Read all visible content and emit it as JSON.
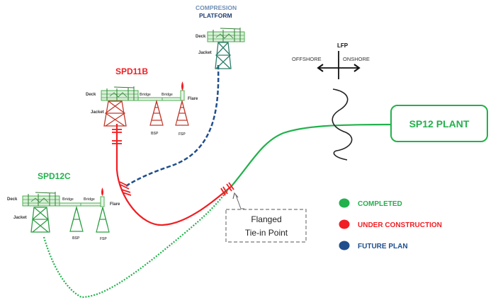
{
  "diagram": {
    "platforms": {
      "compression": {
        "title_line1": "COMPRESION",
        "title_line2": "PLATFORM",
        "deck_label": "Deck",
        "jacket_label": "Jacket"
      },
      "spd11b": {
        "title": "SPD11B",
        "deck_label": "Deck",
        "jacket_label": "Jacket",
        "bridge1_label": "Bridge",
        "bridge2_label": "Bridge",
        "flare_label": "Flare",
        "bsp_label": "BSP",
        "fsp_label": "FSP"
      },
      "spd12c": {
        "title": "SPD12C",
        "deck_label": "Deck",
        "jacket_label": "Jacket",
        "bridge1_label": "Bridge",
        "bridge2_label": "Bridge",
        "flare_label": "Flare",
        "bsp_label": "BSP",
        "fsp_label": "FSP"
      }
    },
    "lfp": {
      "label": "LFP",
      "offshore": "OFFSHORE",
      "onshore": "ONSHORE"
    },
    "plant": {
      "label": "SP12 PLANT"
    },
    "callout": {
      "line1": "Flanged",
      "line2": "Tie-in Point"
    },
    "legend": [
      {
        "label": "COMPLETED",
        "color": "#22b14c"
      },
      {
        "label": "UNDER CONSTRUCTION",
        "color": "#f01e23"
      },
      {
        "label": "FUTURE PLAN",
        "color": "#1f4e8c"
      }
    ],
    "colors": {
      "completed": "#22b14c",
      "under_construction": "#f01e23",
      "future_plan": "#1f4e8c",
      "deck_green": "#4caf50",
      "jacket_red": "#c0392b"
    }
  }
}
